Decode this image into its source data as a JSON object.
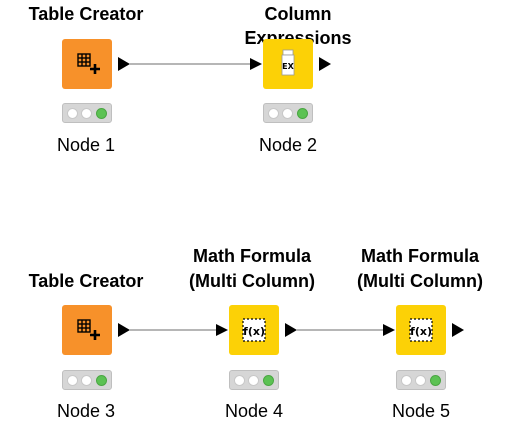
{
  "workflow": {
    "nodes": [
      {
        "id": "node1",
        "title": "Table Creator",
        "label": "Node 1",
        "type": "table-creator",
        "icon": "table-plus-icon",
        "color": "#f7912a",
        "status": "executed"
      },
      {
        "id": "node2",
        "title": "Column Expressions",
        "label": "Node 2",
        "type": "column-expressions",
        "icon": "expression-icon",
        "color": "#fcd106",
        "status": "executed"
      },
      {
        "id": "node3",
        "title": "Table Creator",
        "label": "Node 3",
        "type": "table-creator",
        "icon": "table-plus-icon",
        "color": "#f7912a",
        "status": "executed"
      },
      {
        "id": "node4",
        "title_line1": "Math Formula",
        "title_line2": "(Multi Column)",
        "label": "Node 4",
        "type": "math-formula-multi",
        "icon": "function-fx-icon",
        "color": "#fcd106",
        "status": "executed"
      },
      {
        "id": "node5",
        "title_line1": "Math Formula",
        "title_line2": "(Multi Column)",
        "label": "Node 5",
        "type": "math-formula-multi",
        "icon": "function-fx-icon",
        "color": "#fcd106",
        "status": "executed"
      }
    ],
    "connections": [
      {
        "from": "node1",
        "to": "node2"
      },
      {
        "from": "node3",
        "to": "node4"
      },
      {
        "from": "node4",
        "to": "node5"
      }
    ],
    "status_colors": {
      "executed": "#5cc253",
      "idle": "#ffffff"
    }
  }
}
